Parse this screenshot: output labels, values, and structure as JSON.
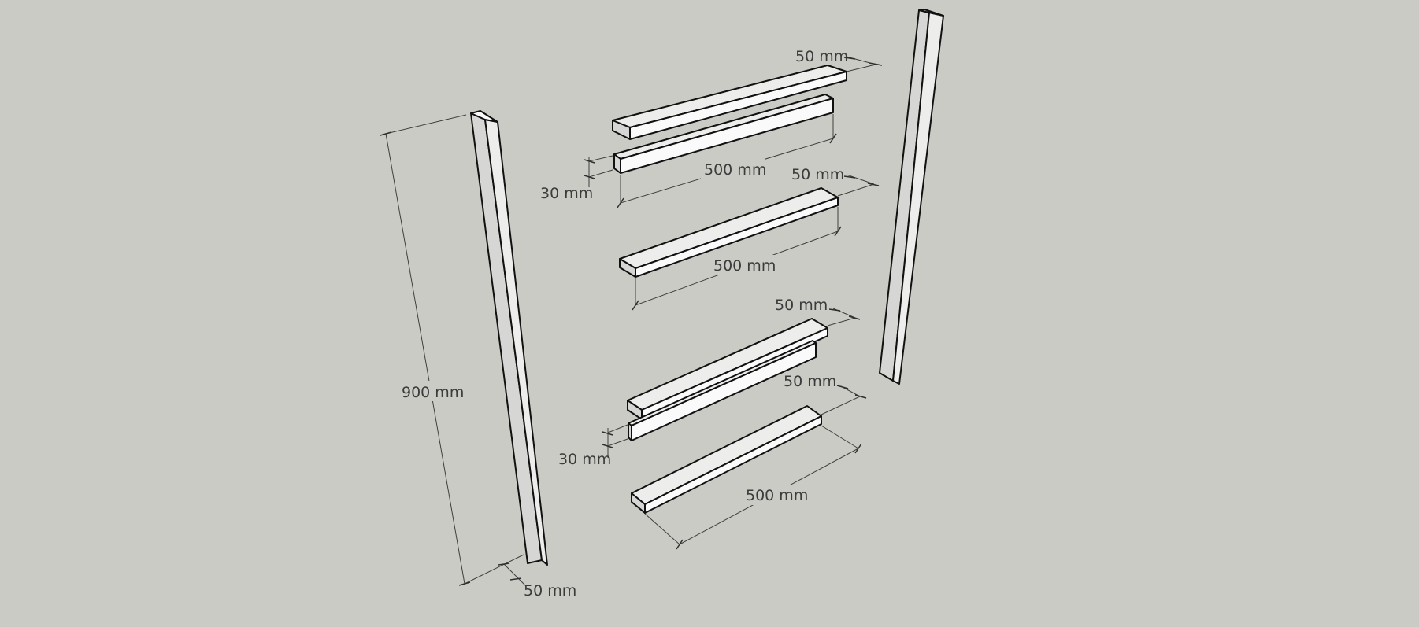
{
  "diagram": {
    "colors": {
      "background": "#cbcbc6",
      "edge": "#111111",
      "dimension_line": "#3f3f3f",
      "face_light": "#ededec",
      "face_mid": "#d6d6d4",
      "face_end": "#fafafa"
    },
    "dimensions": {
      "post_height": "900 mm",
      "post_width": "50 mm",
      "top_rail_width": "50 mm",
      "top_rail_thickness": "30 mm",
      "top_rail_length": "500 mm",
      "mid_rail_width": "50 mm",
      "mid_rail_length": "500 mm",
      "lower_rail_width": "50 mm",
      "lower_rail2_width": "50 mm",
      "lower_rail_thickness": "30 mm",
      "lower_rail_length": "500 mm"
    }
  }
}
